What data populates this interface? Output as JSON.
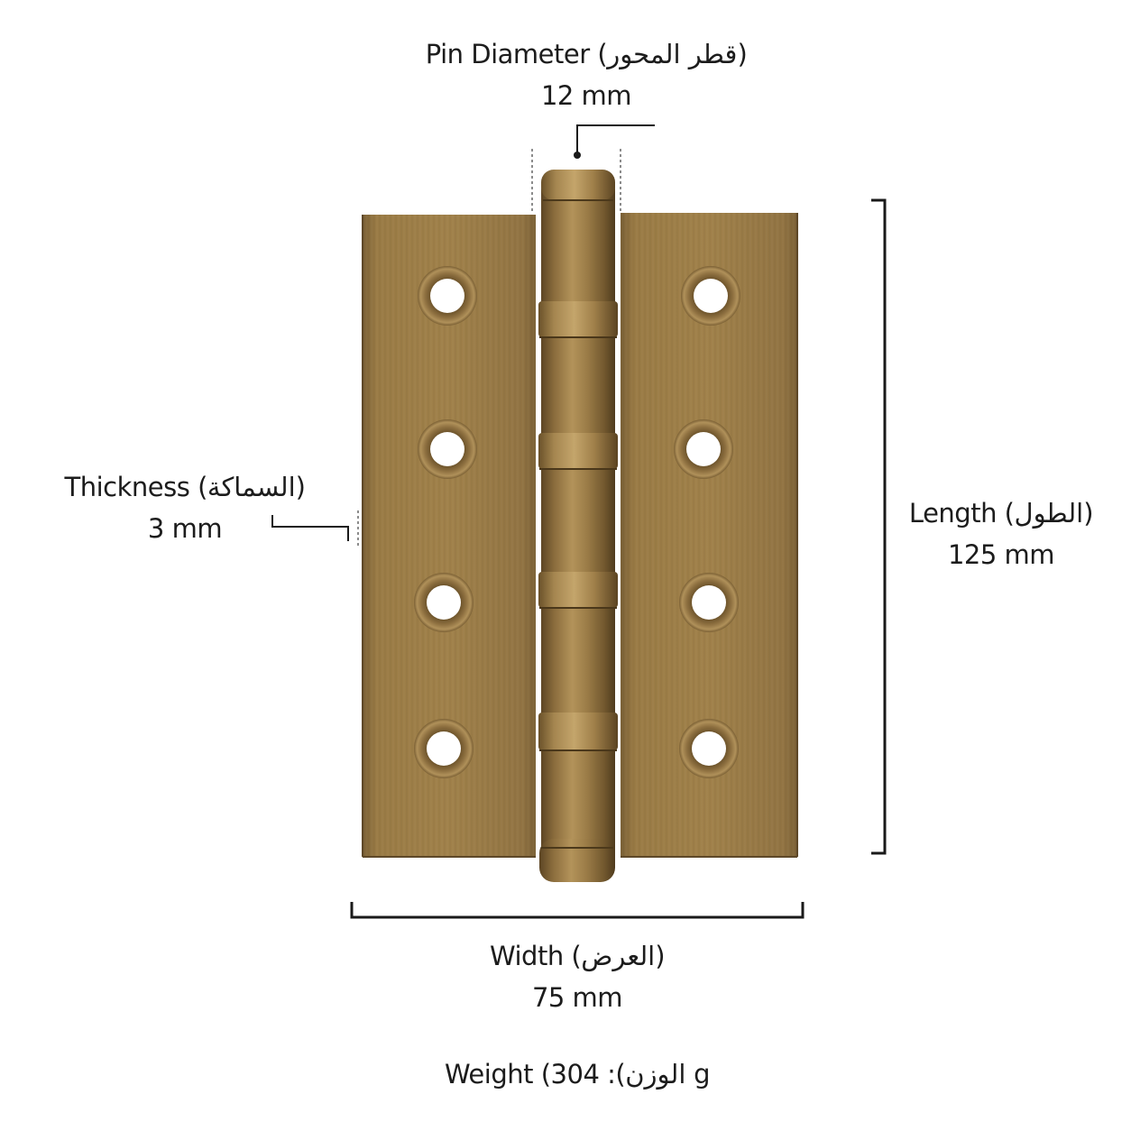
{
  "pin_diameter": {
    "name": "Pin Diameter",
    "arabic": "قطر المحور",
    "value": "12 mm"
  },
  "thickness": {
    "name": "Thickness",
    "arabic": "السماكة",
    "value": "3 mm"
  },
  "length": {
    "name": "Length",
    "arabic": "الطول",
    "value": "125 mm"
  },
  "width": {
    "name": "Width",
    "arabic": "العرض",
    "value": "75 mm"
  },
  "weight": {
    "name": "Weight",
    "arabic": "الوزن",
    "value": "304 g"
  },
  "colors": {
    "brass_light": "#a8874e",
    "brass_mid": "#8e7140",
    "brass_dark": "#6f5630",
    "hole_inner": "#ffffff",
    "dimension_line": "#1a1a1a"
  },
  "product_icon": "antique-brass-ball-bearing-hinge"
}
